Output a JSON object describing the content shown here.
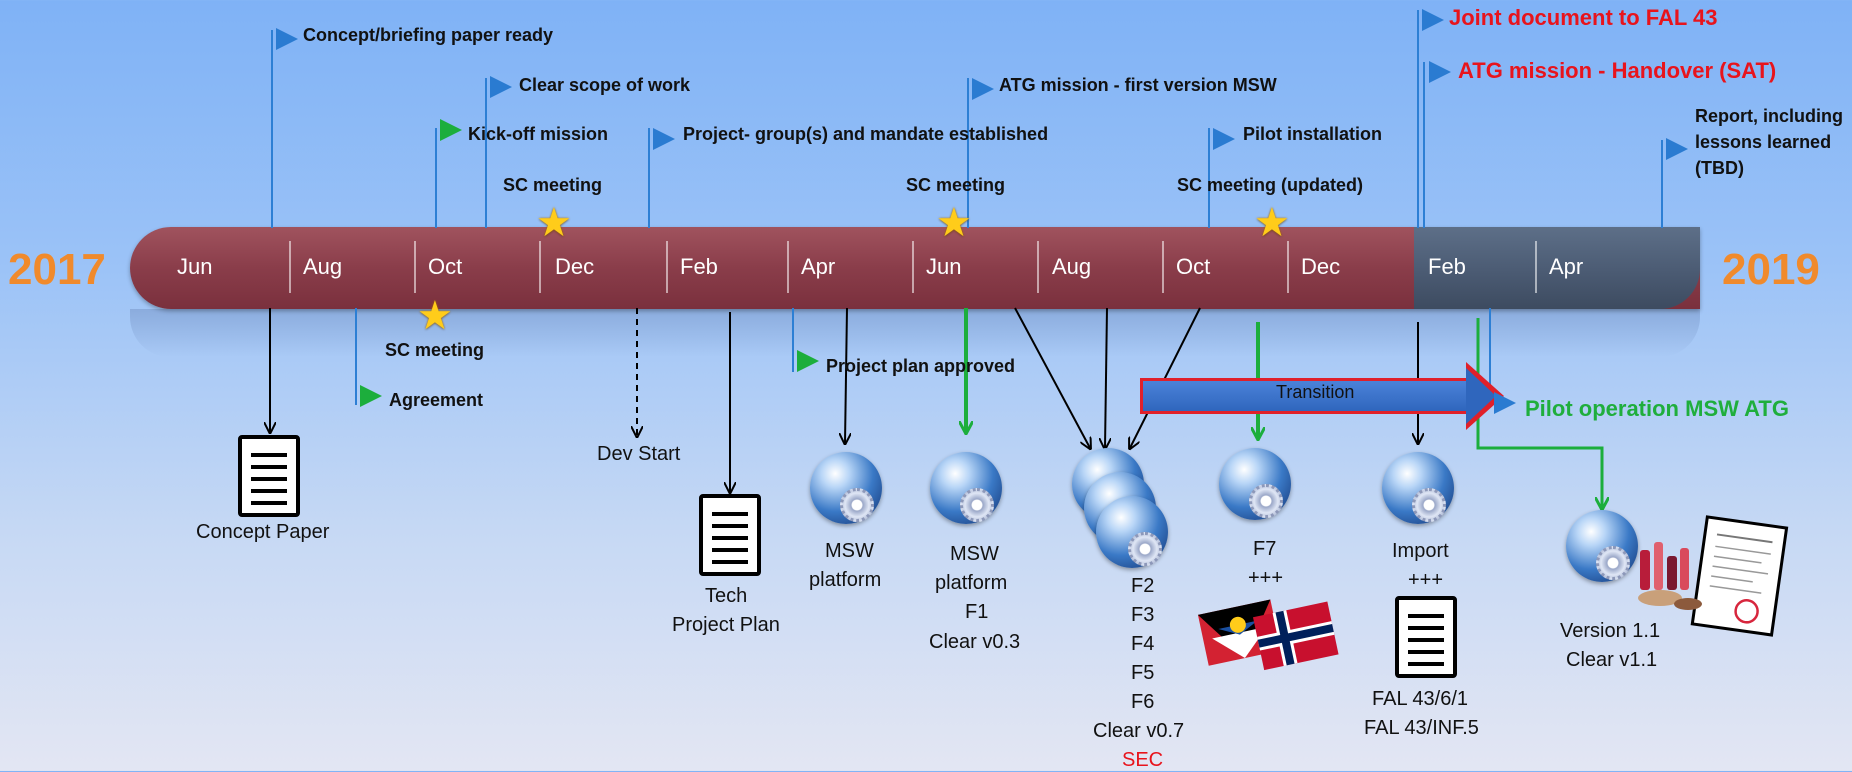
{
  "years": {
    "start": "2017",
    "end": "2019"
  },
  "months": [
    "Jun",
    "Aug",
    "Oct",
    "Dec",
    "Feb",
    "Apr",
    "Jun",
    "Aug",
    "Oct",
    "Dec",
    "Feb",
    "Apr"
  ],
  "colors": {
    "bar_main": "#8a3d4a",
    "bar_late": "#4b5b73",
    "year": "#f08a2c",
    "milestone_red": "#e8141c",
    "milestone_green": "#1fae3c",
    "flag_blue": "#2a7bd1",
    "flag_green": "#1cae3c"
  },
  "milestones_above": {
    "concept_ready": "Concept/briefing paper ready",
    "clear_scope": "Clear scope of work",
    "kickoff": "Kick-off mission",
    "sc1": "SC meeting",
    "project_groups": "Project- group(s) and mandate established",
    "atg_first": "ATG mission - first version MSW",
    "sc2": "SC meeting",
    "pilot_install": "Pilot installation",
    "sc3": "SC meeting (updated)",
    "joint_doc": "Joint document to FAL 43",
    "atg_handover": "ATG mission - Handover (SAT)",
    "report_l1": "Report, including",
    "report_l2": "lessons learned",
    "report_l3": "(TBD)"
  },
  "milestones_below": {
    "sc_meeting": "SC meeting",
    "agreement": "Agreement",
    "plan_approved": "Project plan approved",
    "pilot_operation": "Pilot operation MSW ATG",
    "transition": "Transition"
  },
  "deliverables": {
    "concept_paper": "Concept Paper",
    "dev_start": "Dev Start",
    "tech_plan_l1": "Tech",
    "tech_plan_l2": "Project Plan",
    "msw_platform_l1": "MSW",
    "msw_platform_l2": "platform",
    "msw_f1_l1": "MSW",
    "msw_f1_l2": "platform",
    "msw_f1_l3": "F1",
    "msw_f1_l4": "Clear v0.3",
    "f_list": [
      "F2",
      "F3",
      "F4",
      "F5",
      "F6",
      "Clear v0.7"
    ],
    "sec": "SEC",
    "f7_l1": "F7",
    "f7_l2": "+++",
    "import_l1": "Import",
    "import_l2": "+++",
    "fal_l1": "FAL 43/6/1",
    "fal_l2": "FAL 43/INF.5",
    "version_l1": "Version 1.1",
    "version_l2": "Clear v1.1"
  },
  "icons": [
    "document-icon",
    "globe-gear-icon",
    "star-icon",
    "flag-icon",
    "antigua-flag-icon",
    "norway-flag-icon",
    "cosmetics-icon",
    "certificate-icon"
  ]
}
